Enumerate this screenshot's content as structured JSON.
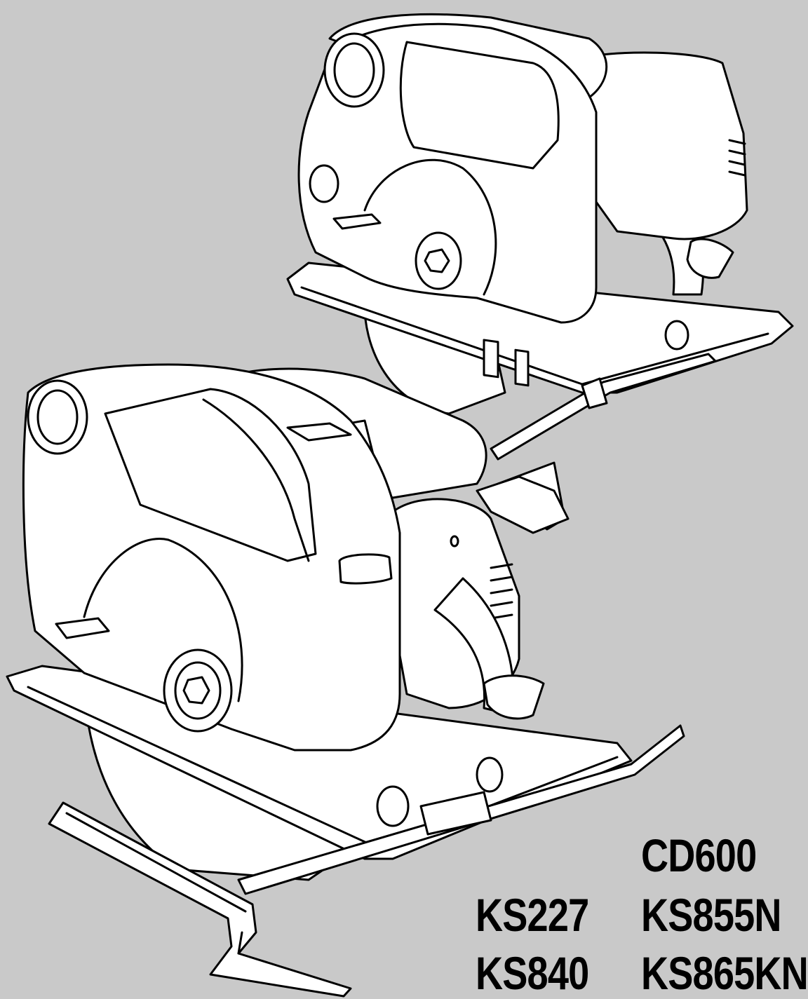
{
  "models": {
    "cd600": "CD600",
    "ks227": "KS227",
    "ks855n": "KS855N",
    "ks840": "KS840",
    "ks865kn": "KS865KN"
  },
  "colors": {
    "background": "#c9c9c9",
    "ink": "#000000",
    "body": "#ffffff"
  }
}
